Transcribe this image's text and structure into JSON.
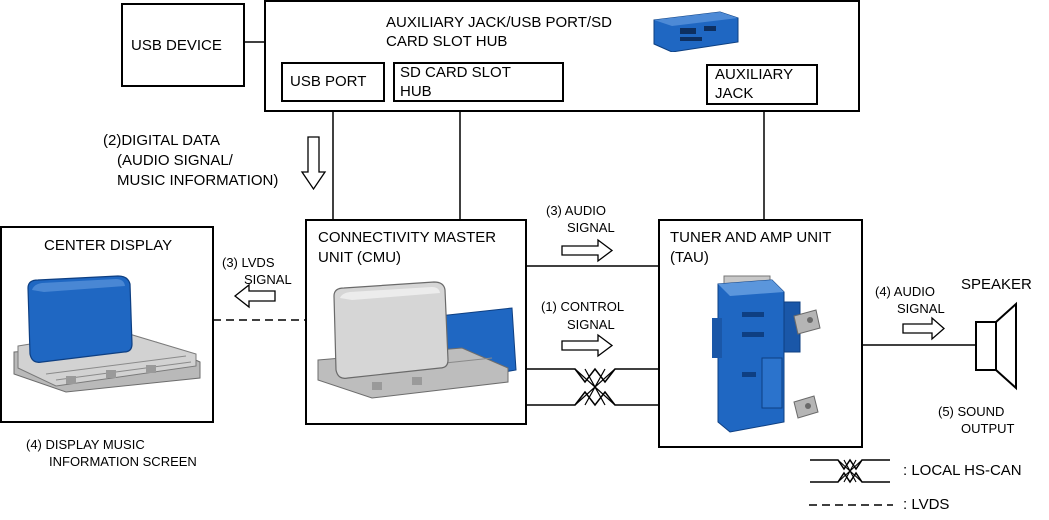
{
  "blocks": {
    "usb_device": "USB DEVICE",
    "hub_title_line1": "AUXILIARY JACK/USB PORT/SD",
    "hub_title_line2": "CARD SLOT HUB",
    "usb_port": "USB PORT",
    "sd_line1": "SD CARD SLOT",
    "sd_line2": "HUB",
    "aux_line1": "AUXILIARY",
    "aux_line2": "JACK",
    "center_display": "CENTER DISPLAY",
    "cmu_line1": "CONNECTIVITY MASTER",
    "cmu_line2": "UNIT (CMU)",
    "tau_line1": "TUNER AND AMP UNIT",
    "tau_line2": "(TAU)",
    "speaker": "SPEAKER"
  },
  "signals": {
    "digital_data_line1": "(2)DIGITAL DATA",
    "digital_data_line2": "(AUDIO SIGNAL/",
    "digital_data_line3": "MUSIC INFORMATION)",
    "audio3_line1": "(3) AUDIO",
    "audio3_line2": "SIGNAL",
    "lvds_line1": "(3) LVDS",
    "lvds_line2": "SIGNAL",
    "control_line1": "(1)  CONTROL",
    "control_line2": "SIGNAL",
    "audio4_line1": "(4) AUDIO",
    "audio4_line2": "SIGNAL",
    "sound_line1": "(5) SOUND",
    "sound_line2": "OUTPUT",
    "display_screen_line1": "(4)  DISPLAY MUSIC",
    "display_screen_line2": "INFORMATION SCREEN"
  },
  "legend": {
    "hs_can": ": LOCAL HS-CAN",
    "lvds": ": LVDS"
  },
  "colors": {
    "component_blue": "#1f67c2",
    "component_gray": "#c8c8c8"
  }
}
